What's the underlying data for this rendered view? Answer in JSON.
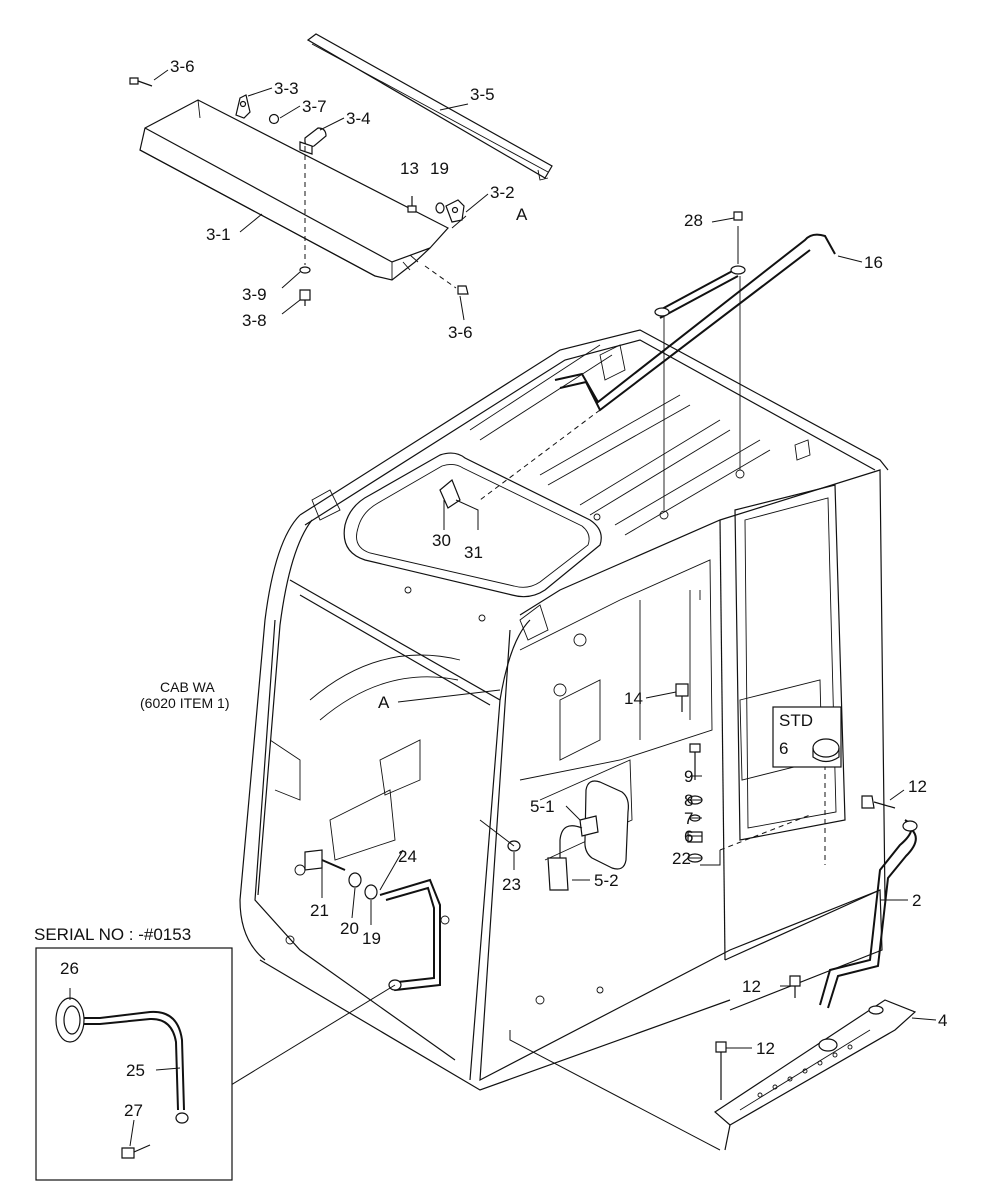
{
  "callouts": {
    "p3_6a": "3-6",
    "p3_3": "3-3",
    "p3_7": "3-7",
    "p3_4": "3-4",
    "p3_5": "3-5",
    "p3_1": "3-1",
    "p3_2": "3-2",
    "pA_top": "A",
    "p13": "13",
    "p19a": "19",
    "p3_9": "3-9",
    "p3_8": "3-8",
    "p3_6b": "3-6",
    "p28": "28",
    "p16": "16",
    "p30": "30",
    "p31": "31",
    "pA_mid": "A",
    "p14": "14",
    "p9": "9",
    "p8": "8",
    "p7": "7",
    "p6a": "6",
    "p22": "22",
    "p5_1": "5-1",
    "p5_2": "5-2",
    "p23": "23",
    "p24": "24",
    "p21": "21",
    "p20": "20",
    "p19b": "19",
    "p12a": "12",
    "p2": "2",
    "p12b": "12",
    "p4": "4",
    "p12c": "12",
    "p26": "26",
    "p25": "25",
    "p27": "27",
    "p6b": "6"
  },
  "notes": {
    "cab_line1": "CAB WA",
    "cab_line2": "(6020 ITEM 1)",
    "std_label": "STD",
    "serial_label": "SERIAL NO : -#0153"
  }
}
